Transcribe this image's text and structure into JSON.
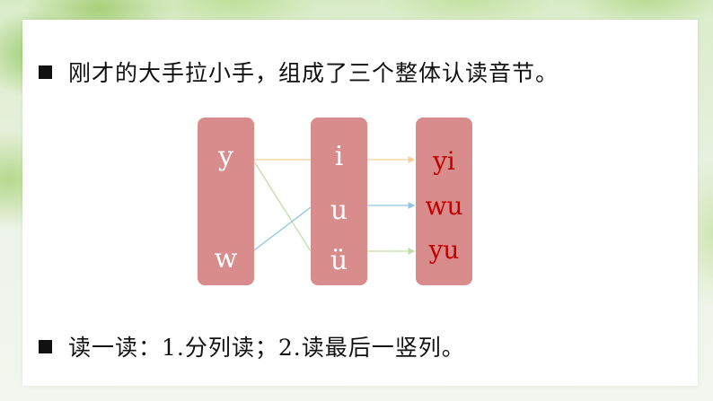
{
  "slide": {
    "line1": "刚才的大手拉小手，组成了三个整体认读音节。",
    "line2": "读一读：1.分列读；2.读最后一竖列。"
  },
  "columns": {
    "initials": [
      "y",
      "w"
    ],
    "finals": [
      "i",
      "u",
      "ü"
    ],
    "syllables": [
      "yi",
      "wu",
      "yu"
    ]
  },
  "colors": {
    "column_fill": "#d88c8c",
    "syllable_text": "#c00000",
    "line_y_to_i": "#f3cf9b",
    "line_y_to_u_umlaut": "#c6dca4",
    "line_w_to_u": "#8fc7e0",
    "line_i_to_yi": "#f3cf9b",
    "line_u_to_wu": "#8fc7e0",
    "line_u_umlaut_to_yu": "#c6dca4"
  }
}
